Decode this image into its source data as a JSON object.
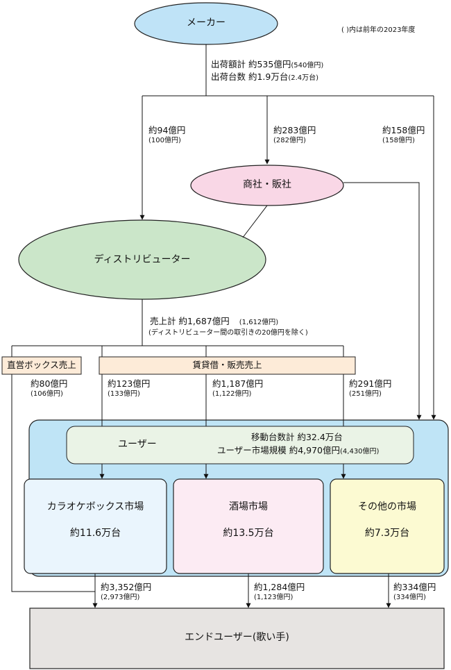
{
  "note": "( )内は前年の2023年度",
  "maker": {
    "label": "メーカー"
  },
  "shipments": {
    "amount": "出荷額計  約535億円",
    "amount_prev": "(540億円)",
    "units": "出荷台数  約1.9万台",
    "units_prev": "(2.4万台)"
  },
  "flows": {
    "to_distributor": {
      "value": "約94億円",
      "prev": "(100億円)"
    },
    "to_trader": {
      "value": "約283億円",
      "prev": "(282億円)"
    },
    "to_users_direct": {
      "value": "約158億円",
      "prev": "(158億円)"
    },
    "direct_box": {
      "value": "約80億円",
      "prev": "(106億円)"
    },
    "rental_karaoke": {
      "value": "約123億円",
      "prev": "(133億円)"
    },
    "rental_bar": {
      "value": "約1,187億円",
      "prev": "(1,122億円)"
    },
    "rental_other": {
      "value": "約291億円",
      "prev": "(251億円)"
    },
    "end_karaoke": {
      "value": "約3,352億円",
      "prev": "(2,973億円)"
    },
    "end_bar": {
      "value": "約1,284億円",
      "prev": "(1,123億円)"
    },
    "end_other": {
      "value": "約334億円",
      "prev": "(334億円)"
    }
  },
  "trader": {
    "label": "商社・販社"
  },
  "distributor": {
    "label": "ディストリビューター",
    "sales": "売上計  約1,687億円",
    "sales_prev": "(1,612億円)",
    "sales_note": "(ディストリビューター間の取引きの20億円を除く)"
  },
  "channels": {
    "direct": "直営ボックス売上",
    "rental": "賃貸借・販売売上"
  },
  "users": {
    "label": "ユーザー",
    "mobile": "移動台数計  約32.4万台",
    "market": "ユーザー市場規模  約4,970億円",
    "market_prev": "(4,430億円)"
  },
  "markets": [
    {
      "name": "カラオケボックス市場",
      "value": "約11.6万台",
      "color": "#eaf5fd"
    },
    {
      "name": "酒場市場",
      "value": "約13.5万台",
      "color": "#fcebf3"
    },
    {
      "name": "その他の市場",
      "value": "約7.3万台",
      "color": "#fcfad2"
    }
  ],
  "end_user": {
    "label": "エンドユーザー(歌い手)"
  },
  "colors": {
    "maker": "#bfe3f7",
    "trader": "#f9d7e6",
    "distributor": "#cbe6c9",
    "channel": "#fdebd8",
    "users_panel": "#bfe4f6",
    "users_bar": "#eaf3e6",
    "end_user": "#e7e4e2"
  }
}
